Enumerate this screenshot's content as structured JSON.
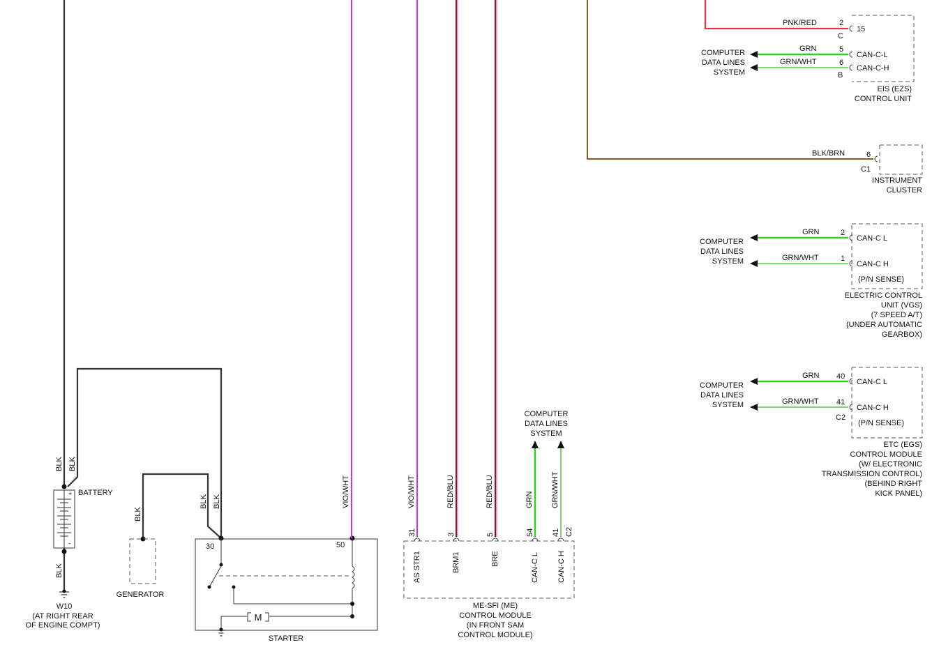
{
  "wires": {
    "blk": "BLK",
    "vio_wht": "VIO/WHT",
    "red_blu": "RED/BLU",
    "grn": "GRN",
    "grn_wht": "GRN/WHT",
    "pnk_red": "PNK/RED",
    "blk_brn": "BLK/BRN"
  },
  "colors": {
    "blk": "#333333",
    "vio_wht": "#cc33dd",
    "red_blu": "#7a1e2a",
    "grn": "#33cc22",
    "grn_wht": "#55cc44",
    "pnk_red": "#e8304a",
    "blk_brn": "#8b5a1a"
  },
  "battery": {
    "label": "BATTERY",
    "plus": "+",
    "minus": "-"
  },
  "ground": {
    "name": "W10",
    "line1": "(AT RIGHT REAR",
    "line2": "OF ENGINE COMPT)"
  },
  "generator": {
    "label": "GENERATOR"
  },
  "starter": {
    "label": "STARTER",
    "pin30": "30",
    "pin50": "50",
    "motor": "M"
  },
  "me_sfi": {
    "line1": "ME-SFI (ME)",
    "line2": "CONTROL MODULE",
    "line3": "(IN FRONT SAM",
    "line4": "CONTROL MODULE)",
    "connector": "C2",
    "pins": [
      {
        "num": "31",
        "name": "AS STR1"
      },
      {
        "num": "3",
        "name": "BRM1"
      },
      {
        "num": "5",
        "name": "BRE"
      },
      {
        "num": "54",
        "name": "CAN-C L"
      },
      {
        "num": "41",
        "name": "CAN-C H"
      }
    ]
  },
  "cdl": {
    "line1": "COMPUTER",
    "line2": "DATA LINES",
    "line3": "SYSTEM"
  },
  "eis": {
    "line1": "EIS (EZS)",
    "line2": "CONTROL UNIT",
    "pin_pnk": "2",
    "conn_c": "C",
    "pin15": "15",
    "pin_grn": "5",
    "pin_gw": "6",
    "conn_b": "B",
    "can_l": "CAN-C-L",
    "can_h": "CAN-C-H"
  },
  "cluster": {
    "line1": "INSTRUMENT",
    "line2": "CLUSTER",
    "pin": "6",
    "conn": "C1"
  },
  "vgs": {
    "line1": "ELECTRIC CONTROL",
    "line2": "UNIT (VGS)",
    "line3": "(7 SPEED A/T)",
    "line4": "(UNDER AUTOMATIC",
    "line5": "GEARBOX)",
    "pin_grn": "2",
    "pin_gw": "1",
    "can_l": "CAN-C L",
    "can_h": "CAN-C H",
    "sense": "(P/N SENSE)"
  },
  "etc": {
    "line1": "ETC (EGS)",
    "line2": "CONTROL MODULE",
    "line3": "(W/ ELECTRONIC",
    "line4": "TRANSMISSION CONTROL)",
    "line5": "(BEHIND RIGHT",
    "line6": "KICK PANEL)",
    "pin_grn": "40",
    "pin_gw": "41",
    "conn": "C2",
    "can_l": "CAN-C L",
    "can_h": "CAN-C H",
    "sense": "(P/N SENSE)"
  }
}
